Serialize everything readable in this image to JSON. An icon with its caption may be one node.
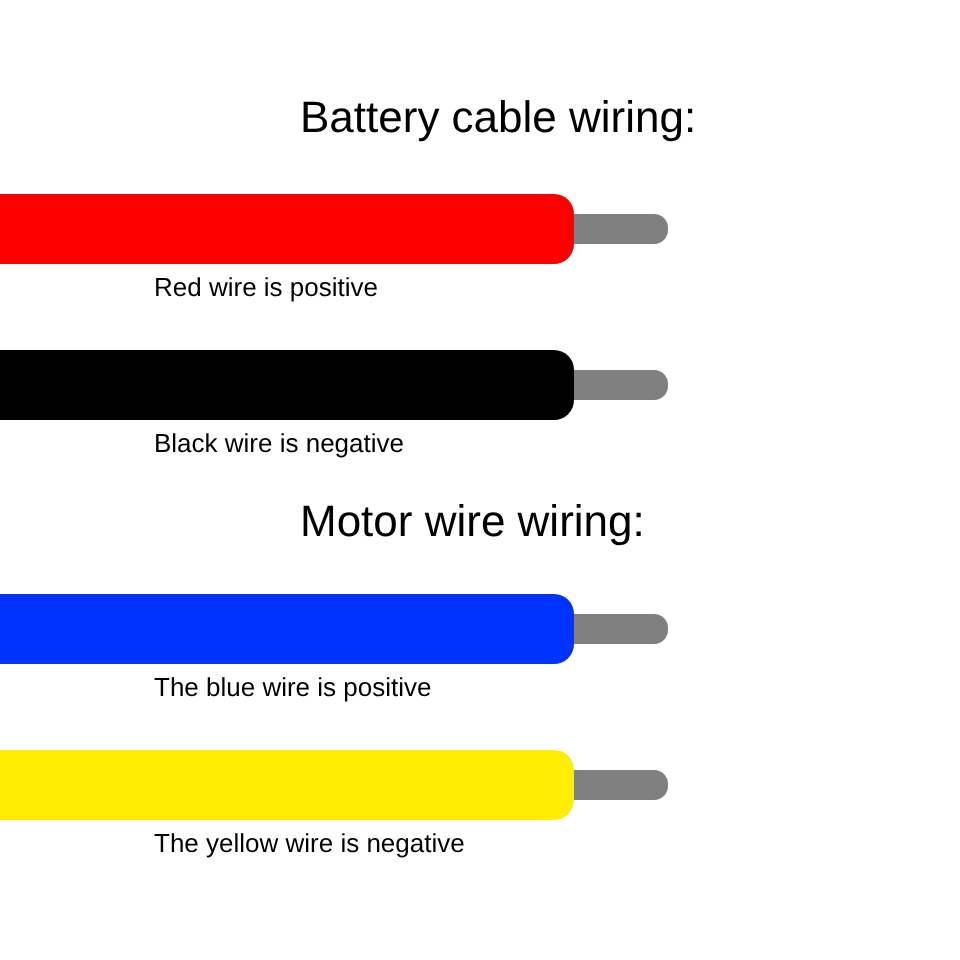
{
  "diagram": {
    "labels": [
      "Battery cable wiring:",
      "Red wire is positive",
      "Black wire is negative",
      "Motor wire wiring:",
      "The blue wire is positive",
      "The yellow wire is negative"
    ]
  }
}
